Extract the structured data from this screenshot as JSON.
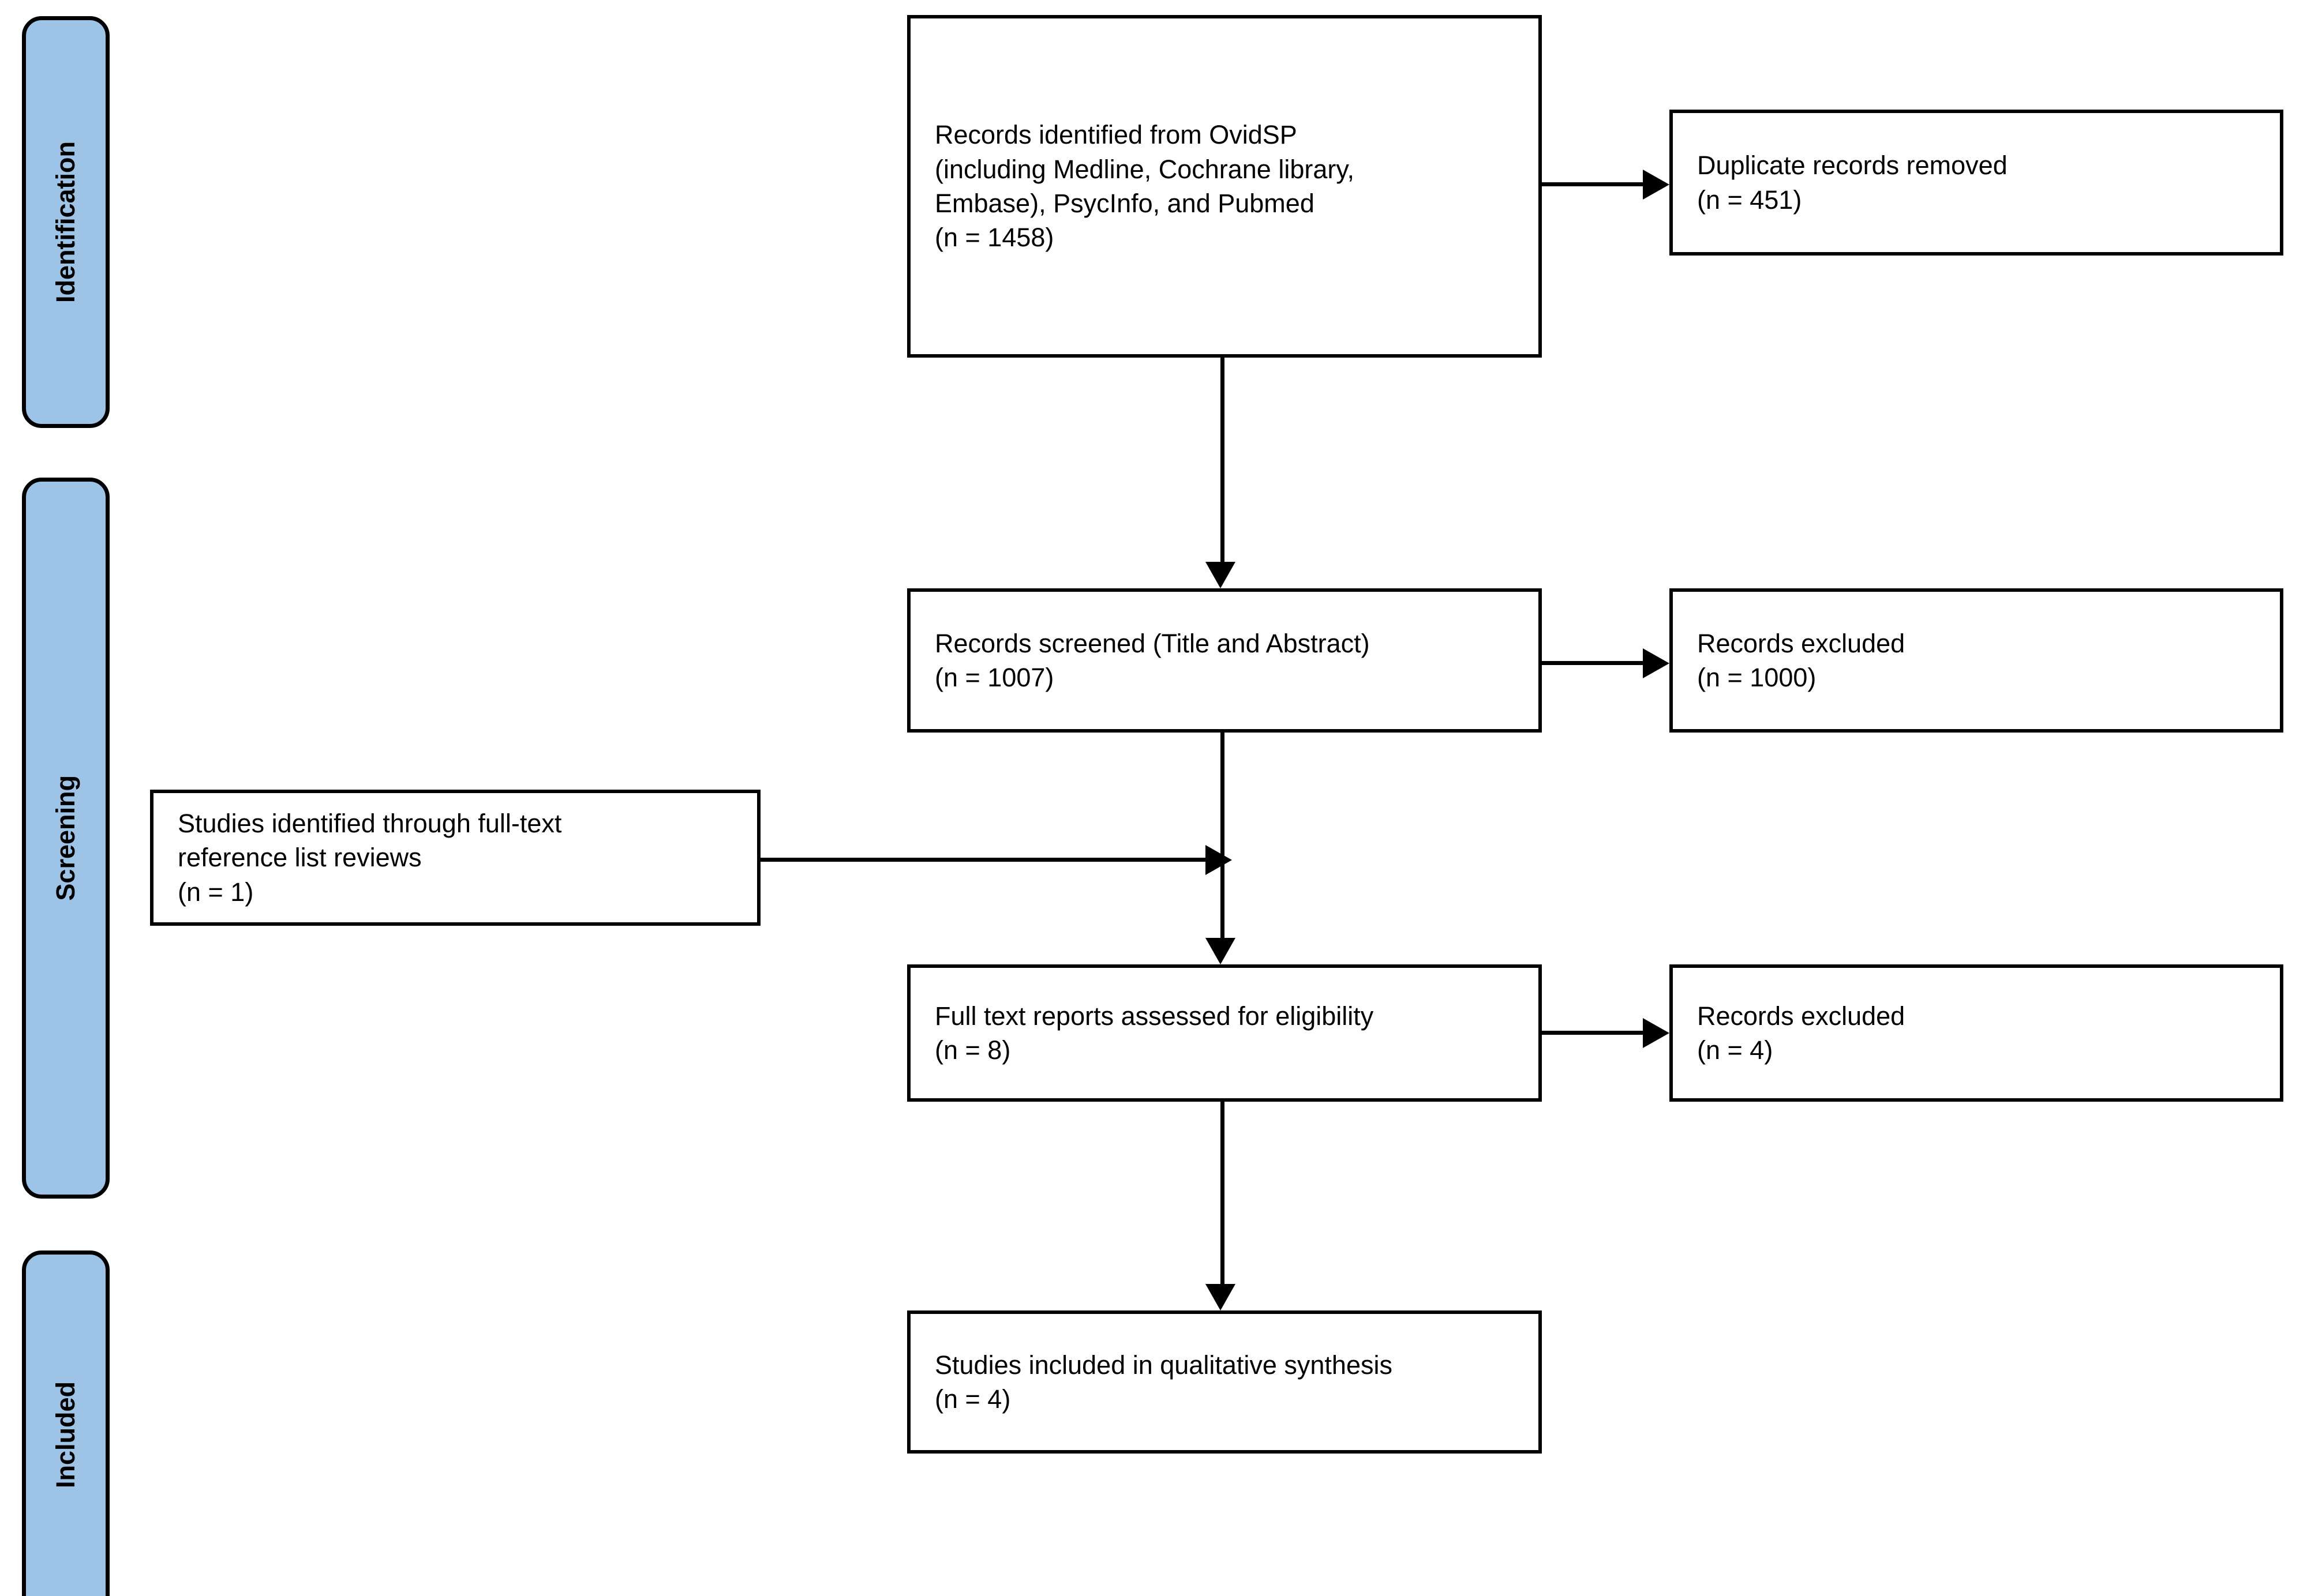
{
  "diagram": {
    "type": "prisma-flow-diagram",
    "accent_color": "#9DC3E6",
    "border_color": "#000000",
    "background_color": "#FFFFFF"
  },
  "stages": [
    {
      "id": "identification",
      "label": "Identification"
    },
    {
      "id": "screening",
      "label": "Screening"
    },
    {
      "id": "included",
      "label": "Included"
    }
  ],
  "boxes": {
    "identified": {
      "text": "Records identified from OvidSP\n(including Medline, Cochrane library,\nEmbase), PsycInfo, and Pubmed\n (n = 1458)",
      "n": 1458
    },
    "duplicates": {
      "text": "Duplicate records removed\n(n = 451)",
      "n": 451
    },
    "screened": {
      "text": "Records screened (Title and Abstract)\n(n = 1007)",
      "n": 1007
    },
    "excluded_screening": {
      "text": "Records excluded\n(n = 1000)",
      "n": 1000
    },
    "reference_list": {
      "text": "Studies identified through full-text\nreference list reviews\n(n = 1)",
      "n": 1
    },
    "fulltext": {
      "text": "Full text reports assessed for eligibility\n(n = 8)",
      "n": 8
    },
    "excluded_eligibility": {
      "text": "Records excluded\n(n = 4)",
      "n": 4
    },
    "included": {
      "text": "Studies included in qualitative synthesis\n(n = 4)",
      "n": 4
    }
  }
}
